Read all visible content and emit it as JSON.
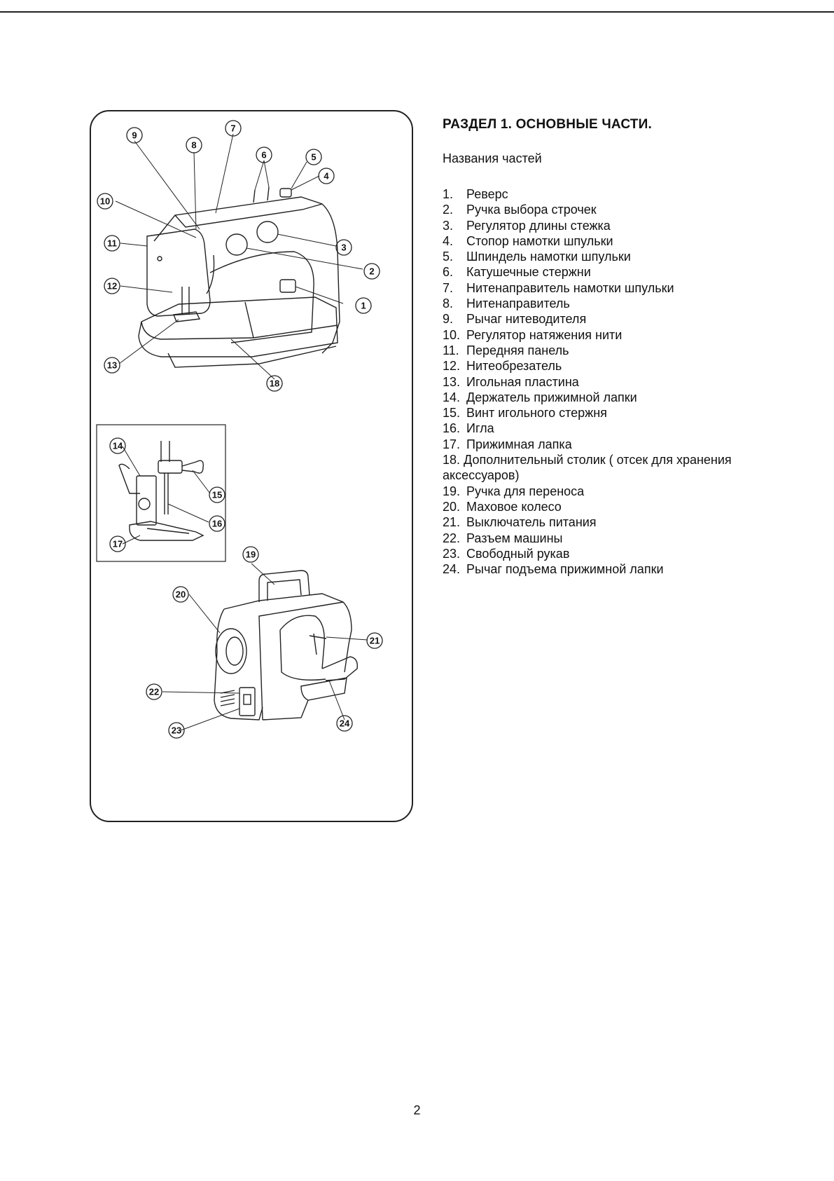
{
  "section_title": "РАЗДЕЛ 1. ОСНОВНЫЕ ЧАСТИ.",
  "subtitle": "Названия частей",
  "parts": [
    {
      "num": "1.",
      "name": "Реверс"
    },
    {
      "num": "2.",
      "name": "Ручка выбора строчек"
    },
    {
      "num": "3.",
      "name": "Регулятор длины стежка"
    },
    {
      "num": "4.",
      "name": "Стопор намотки шпульки"
    },
    {
      "num": "5.",
      "name": "Шпиндель намотки шпульки"
    },
    {
      "num": "6.",
      "name": "Катушечные стержни"
    },
    {
      "num": "7.",
      "name": "Нитенаправитель намотки шпульки"
    },
    {
      "num": "8.",
      "name": "Нитенаправитель"
    },
    {
      "num": "9.",
      "name": "Рычаг нитеводителя"
    },
    {
      "num": "10.",
      "name": "Регулятор натяжения нити"
    },
    {
      "num": "11.",
      "name": "Передняя панель"
    },
    {
      "num": "12.",
      "name": "Нитеобрезатель"
    },
    {
      "num": "13.",
      "name": "Игольная пластина"
    },
    {
      "num": "14.",
      "name": "Держатель прижимной лапки"
    },
    {
      "num": "15.",
      "name": "Винт игольного стержня"
    },
    {
      "num": "16.",
      "name": "Игла"
    },
    {
      "num": "17.",
      "name": "Прижимная лапка"
    },
    {
      "num": "18.",
      "name": "Дополнительный столик ( отсек для хранения аксессуаров)"
    },
    {
      "num": "19.",
      "name": "Ручка для переноса"
    },
    {
      "num": "20.",
      "name": "Маховое колесо"
    },
    {
      "num": "21.",
      "name": "Выключатель питания"
    },
    {
      "num": "22.",
      "name": "Разъем машины"
    },
    {
      "num": "23.",
      "name": "Свободный рукав"
    },
    {
      "num": "24.",
      "name": "Рычаг подъема прижимной лапки"
    }
  ],
  "figure_labels": [
    "1",
    "2",
    "3",
    "4",
    "5",
    "6",
    "7",
    "8",
    "9",
    "10",
    "11",
    "12",
    "13",
    "14",
    "15",
    "16",
    "17",
    "18",
    "19",
    "20",
    "21",
    "22",
    "23",
    "24"
  ],
  "page_number": "2"
}
